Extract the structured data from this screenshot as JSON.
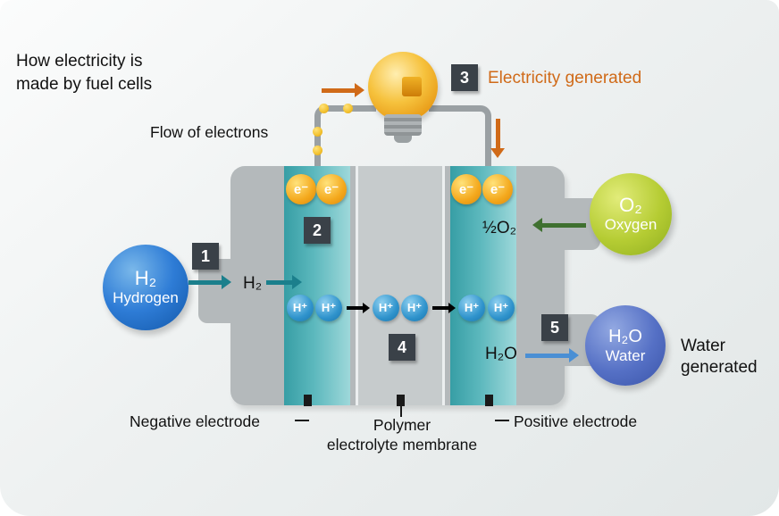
{
  "colors": {
    "accent_orange": "#d06a18",
    "teal_electrode": "#4fb3b8",
    "wire_gray": "#9aa0a3",
    "badge_dark": "#3a4148",
    "hydrogen_blue": "#2e7cd6",
    "oxygen_green": "#b5cc33",
    "water_blue": "#5570c5",
    "proton_blue": "#2f93cc",
    "electron_yellow": "#f4a81c",
    "arrow_teal": "#1b7f8c",
    "arrow_green": "#3f7030",
    "arrow_blue": "#4a8fd4"
  },
  "header": {
    "title_line1": "How electricity is",
    "title_line2": "made by fuel cells"
  },
  "steps": [
    "1",
    "2",
    "3",
    "4",
    "5"
  ],
  "labels": {
    "flow_of_electrons": "Flow of electrons",
    "electricity_generated": "Electricity generated",
    "h2_in": "H₂",
    "half_o2": "½O₂",
    "h2o_out": "H₂O",
    "negative_electrode": "Negative electrode",
    "polymer_line1": "Polymer",
    "polymer_line2": "electrolyte membrane",
    "positive_electrode": "Positive electrode",
    "water_generated_line1": "Water",
    "water_generated_line2": "generated"
  },
  "molecules": {
    "hydrogen": {
      "formula": "H₂",
      "name": "Hydrogen"
    },
    "oxygen": {
      "formula": "O₂",
      "name": "Oxygen"
    },
    "water": {
      "formula": "H₂O",
      "name": "Water"
    }
  },
  "particles": {
    "electron": "e⁻",
    "proton": "H⁺"
  }
}
